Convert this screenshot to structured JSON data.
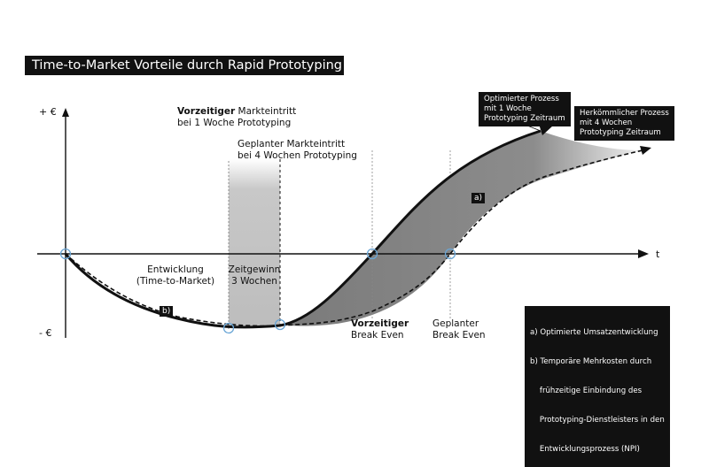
{
  "title": "Time-to-Market Vorteile durch Rapid Prototyping",
  "axes": {
    "y_plus": "+ €",
    "y_minus": "- €",
    "x": "t"
  },
  "labels": {
    "early_entry_bold": "Vorzeitiger",
    "early_entry_rest": " Markteintritt",
    "early_entry_line2": "bei 1 Woche Prototyping",
    "planned_entry_line1": "Geplanter Markteintritt",
    "planned_entry_line2": "bei 4 Wochen Prototyping",
    "development_line1": "Entwicklung",
    "development_line2": "(Time-to-Market)",
    "time_gain_line1": "Zeitgewinn",
    "time_gain_line2": "3 Wochen",
    "early_break_even_bold": "Vorzeitiger",
    "early_break_even_line2": "Break Even",
    "planned_break_even_line1": "Geplanter",
    "planned_break_even_line2": "Break Even",
    "tag_a": "a)",
    "tag_b": "b)"
  },
  "boxes": {
    "optimized": [
      "Optimierter Prozess",
      "mit 1 Woche",
      "Prototyping Zeitraum"
    ],
    "conventional": [
      "Herkömmlicher Prozess",
      "mit 4 Wochen",
      "Prototyping Zeitraum"
    ],
    "legend": [
      "a) Optimierte Umsatzentwicklung",
      "b) Temporäre Mehrkosten durch",
      "    frühzeitige Einbindung des",
      "    Prototyping-Dienstleisters in den",
      "    Entwicklungsprozess (NPI)"
    ]
  },
  "colors": {
    "ink": "#111111",
    "area": "#808080",
    "marker": "#6aa6d6"
  }
}
